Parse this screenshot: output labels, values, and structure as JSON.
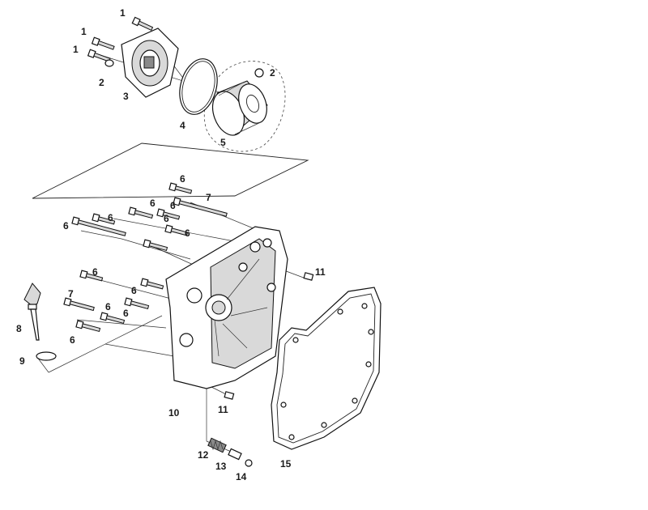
{
  "callouts": [
    {
      "id": "c1a",
      "text": "1"
    },
    {
      "id": "c1b",
      "text": "1"
    },
    {
      "id": "c1c",
      "text": "1"
    },
    {
      "id": "c2a",
      "text": "2"
    },
    {
      "id": "c2b",
      "text": "2"
    },
    {
      "id": "c3",
      "text": "3"
    },
    {
      "id": "c4",
      "text": "4"
    },
    {
      "id": "c5",
      "text": "5"
    },
    {
      "id": "c6a",
      "text": "6"
    },
    {
      "id": "c6b",
      "text": "6"
    },
    {
      "id": "c6c",
      "text": "6"
    },
    {
      "id": "c6d",
      "text": "6"
    },
    {
      "id": "c6e",
      "text": "6"
    },
    {
      "id": "c6f",
      "text": "6"
    },
    {
      "id": "c6g",
      "text": "6"
    },
    {
      "id": "c6h",
      "text": "6"
    },
    {
      "id": "c6i",
      "text": "6"
    },
    {
      "id": "c6j",
      "text": "6"
    },
    {
      "id": "c6k",
      "text": "6"
    },
    {
      "id": "c6l",
      "text": "6"
    },
    {
      "id": "c7a",
      "text": "7"
    },
    {
      "id": "c7b",
      "text": "7"
    },
    {
      "id": "c8",
      "text": "8"
    },
    {
      "id": "c9",
      "text": "9"
    },
    {
      "id": "c10",
      "text": "10"
    },
    {
      "id": "c11a",
      "text": "11"
    },
    {
      "id": "c11b",
      "text": "11"
    },
    {
      "id": "c12",
      "text": "12"
    },
    {
      "id": "c13",
      "text": "13"
    },
    {
      "id": "c14",
      "text": "14"
    },
    {
      "id": "c15",
      "text": "15"
    }
  ],
  "colors": {
    "line": "#222222",
    "fill": "#ffffff",
    "shade": "#d9d9d9"
  }
}
